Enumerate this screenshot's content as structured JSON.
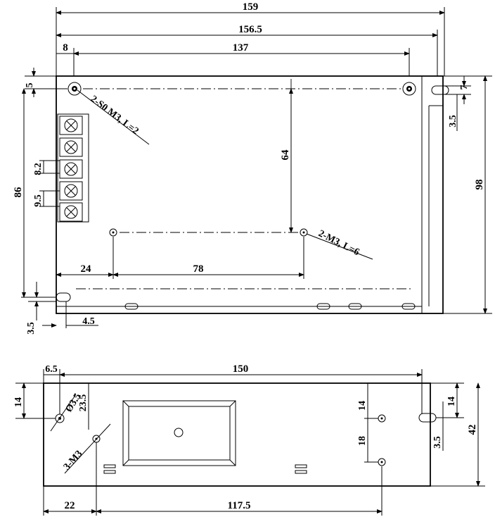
{
  "top_view": {
    "dim_overall_width": "159",
    "dim_width_inner": "156.5",
    "dim_hole_spacing": "137",
    "dim_hole_offset": "8",
    "dim_top_hole_vert": "5",
    "dim_slot_width": "7",
    "dim_slot_right": "3.5",
    "dim_height": "98",
    "dim_height_inner": "86",
    "dim_center_vert": "64",
    "dim_terminal_pitch": "8.2",
    "dim_terminal_pitch2": "9.5",
    "dim_left_x": "24",
    "dim_center_x": "78",
    "dim_bottom_slot_vert": "3.5",
    "dim_bottom_slot_horiz": "4.5",
    "label_top_holes": "2-S0 M3, L=2",
    "label_center_holes": "2-M3, L=6"
  },
  "side_view": {
    "dim_left_offset": "6.5",
    "dim_width": "150",
    "dim_hole_diameter": "Ø3.5",
    "dim_left_vert": "14",
    "dim_left_vert2": "23.5",
    "label_holes": "3-M3",
    "dim_right_vert1": "14",
    "dim_right_vert2": "18",
    "dim_right_slot_vert": "14",
    "dim_right_slot_small": "3.5",
    "dim_height": "42",
    "dim_bottom_left": "22",
    "dim_bottom_main": "117.5"
  }
}
